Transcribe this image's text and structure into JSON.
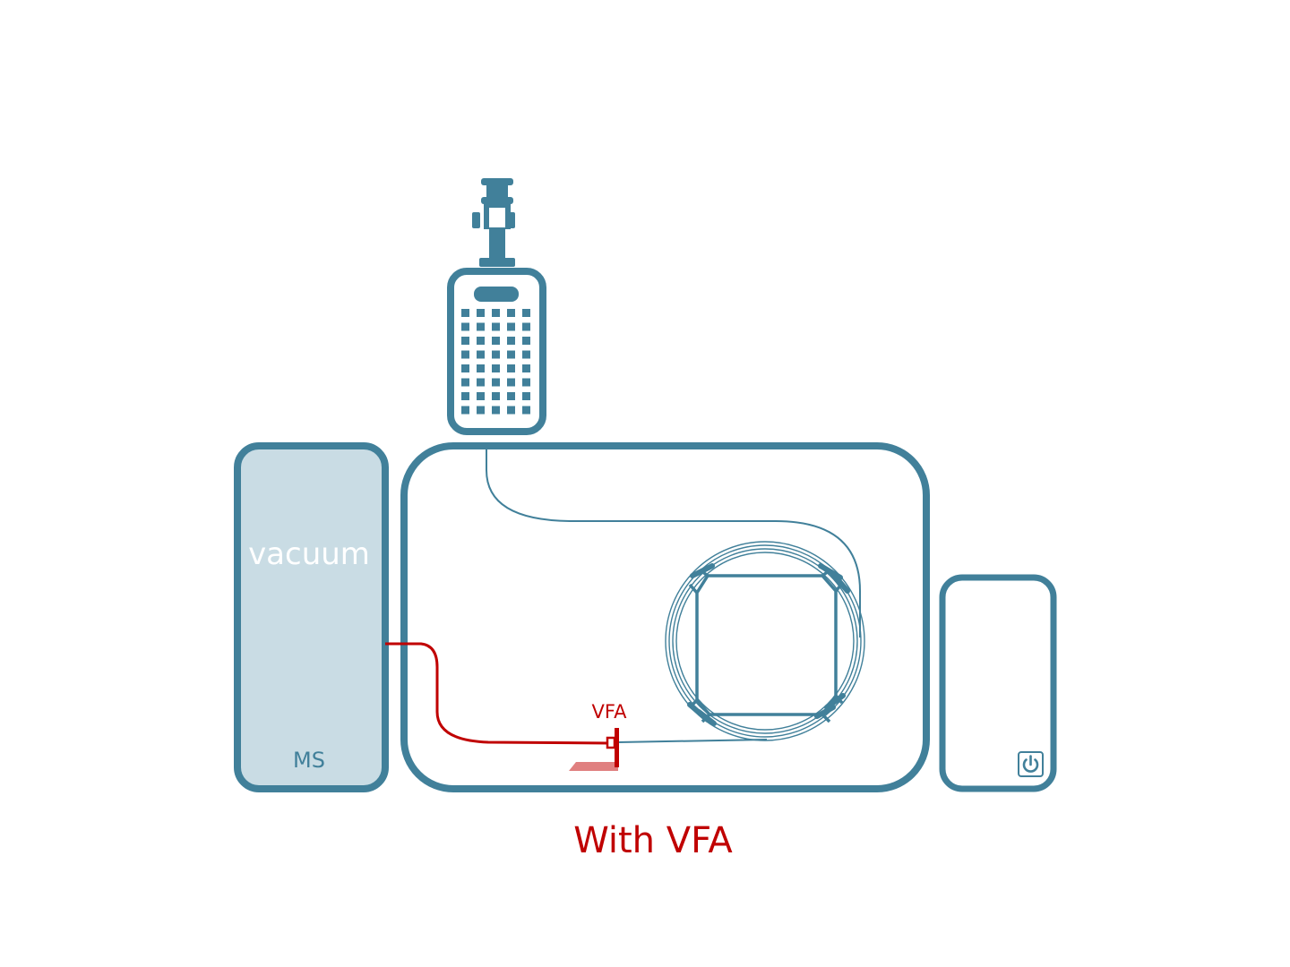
{
  "labels": {
    "vacuum": "vacuum",
    "ms": "MS",
    "vfa_small": "VFA",
    "caption": "With VFA"
  },
  "colors": {
    "teal": "#41809a",
    "teal_fill": "#c9dce4",
    "red": "#c00000",
    "red_light": "#e08080",
    "white": "#ffffff"
  },
  "icons": {
    "injector": "syringe-injector-icon",
    "power": "power-icon"
  }
}
